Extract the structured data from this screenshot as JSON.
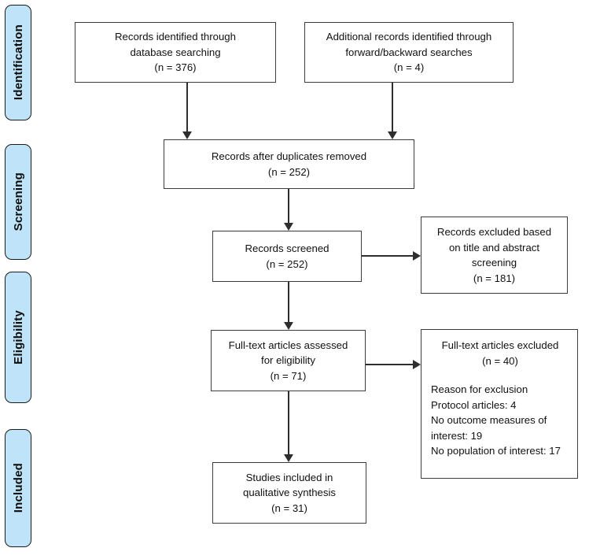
{
  "diagram": {
    "type": "prisma-flow-diagram",
    "accent_color": "#bfe4f9",
    "border_color": "#3b3b3b",
    "phases": [
      {
        "id": "identification",
        "label": "Identification"
      },
      {
        "id": "screening",
        "label": "Screening"
      },
      {
        "id": "eligibility",
        "label": "Eligibility"
      },
      {
        "id": "included",
        "label": "Included"
      }
    ],
    "nodes": {
      "database_search": {
        "lines": [
          "Records identified through",
          "database searching",
          "(n = 376)"
        ],
        "n": 376
      },
      "additional_records": {
        "lines": [
          "Additional records identified through",
          "forward/backward searches",
          "(n = 4)"
        ],
        "n": 4
      },
      "duplicates_removed": {
        "lines": [
          "Records after duplicates removed",
          "(n = 252)"
        ],
        "n": 252
      },
      "records_screened": {
        "lines": [
          "Records screened",
          "(n = 252)"
        ],
        "n": 252
      },
      "records_excluded": {
        "lines": [
          "Records excluded based",
          "on title and abstract",
          "screening",
          "(n = 181)"
        ],
        "n": 181
      },
      "fulltext_assessed": {
        "lines": [
          "Full-text articles assessed",
          "for eligibility",
          "(n = 71)"
        ],
        "n": 71
      },
      "fulltext_excluded": {
        "heading": [
          "Full-text articles excluded",
          "(n = 40)"
        ],
        "n": 40,
        "reasons_title": "Reason for exclusion",
        "reasons": [
          "Protocol articles: 4",
          "No outcome measures of",
          "interest: 19",
          "No population of interest: 17"
        ]
      },
      "studies_included": {
        "lines": [
          "Studies included in",
          "qualitative synthesis",
          "(n = 31)"
        ],
        "n": 31
      }
    }
  }
}
